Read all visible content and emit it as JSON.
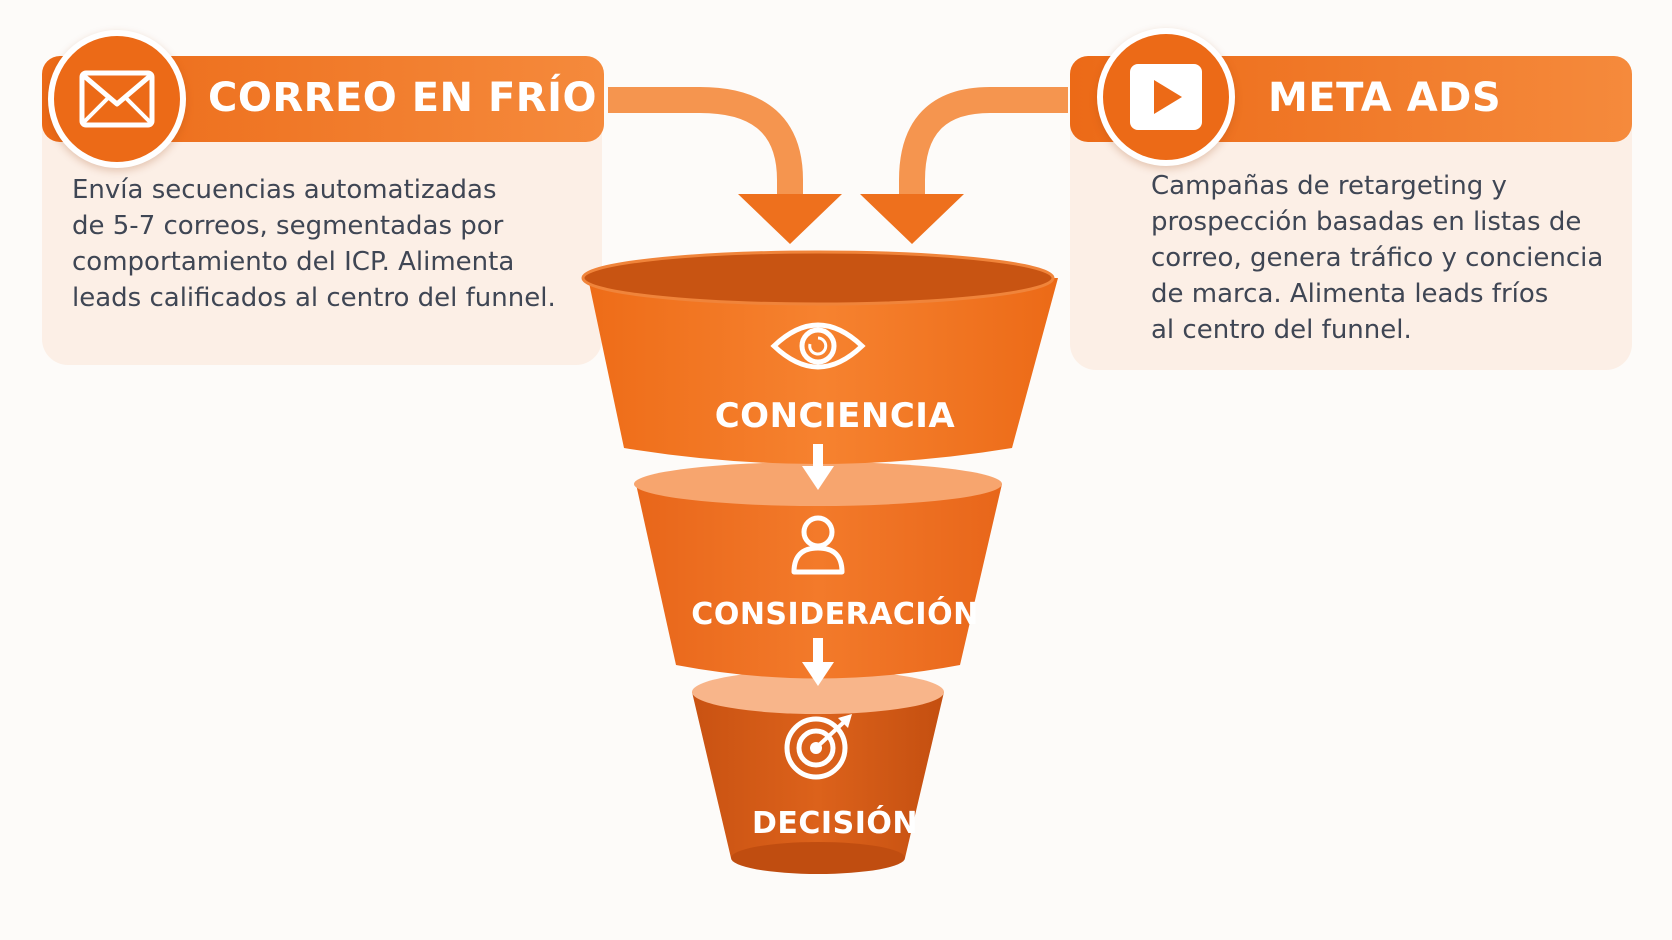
{
  "sources": {
    "left": {
      "title": "CORREO EN FRÍO",
      "icon": "envelope-icon",
      "description": "Envía secuencias automatizadas\nde 5-7 correos, segmentadas por\ncomportamiento del ICP. Alimenta\nleads calificados al centro del funnel."
    },
    "right": {
      "title": "META ADS",
      "icon": "play-icon",
      "description": "Campañas de retargeting y\nprospección basadas en listas de\ncorreo, genera tráfico y conciencia\nde marca. Alimenta leads fríos\nal centro del funnel."
    }
  },
  "funnel": {
    "stages": [
      {
        "label": "CONCIENCIA",
        "icon": "eye-icon"
      },
      {
        "label": "CONSIDERACIÓN",
        "icon": "person-icon"
      },
      {
        "label": "DECISIÓN",
        "icon": "target-icon"
      }
    ]
  },
  "colors": {
    "primary_orange": "#ec6a17",
    "light_orange": "#f6a46a",
    "dark_orange": "#c9530f",
    "card_background": "#fcefe6",
    "body_text": "#3f4654"
  }
}
